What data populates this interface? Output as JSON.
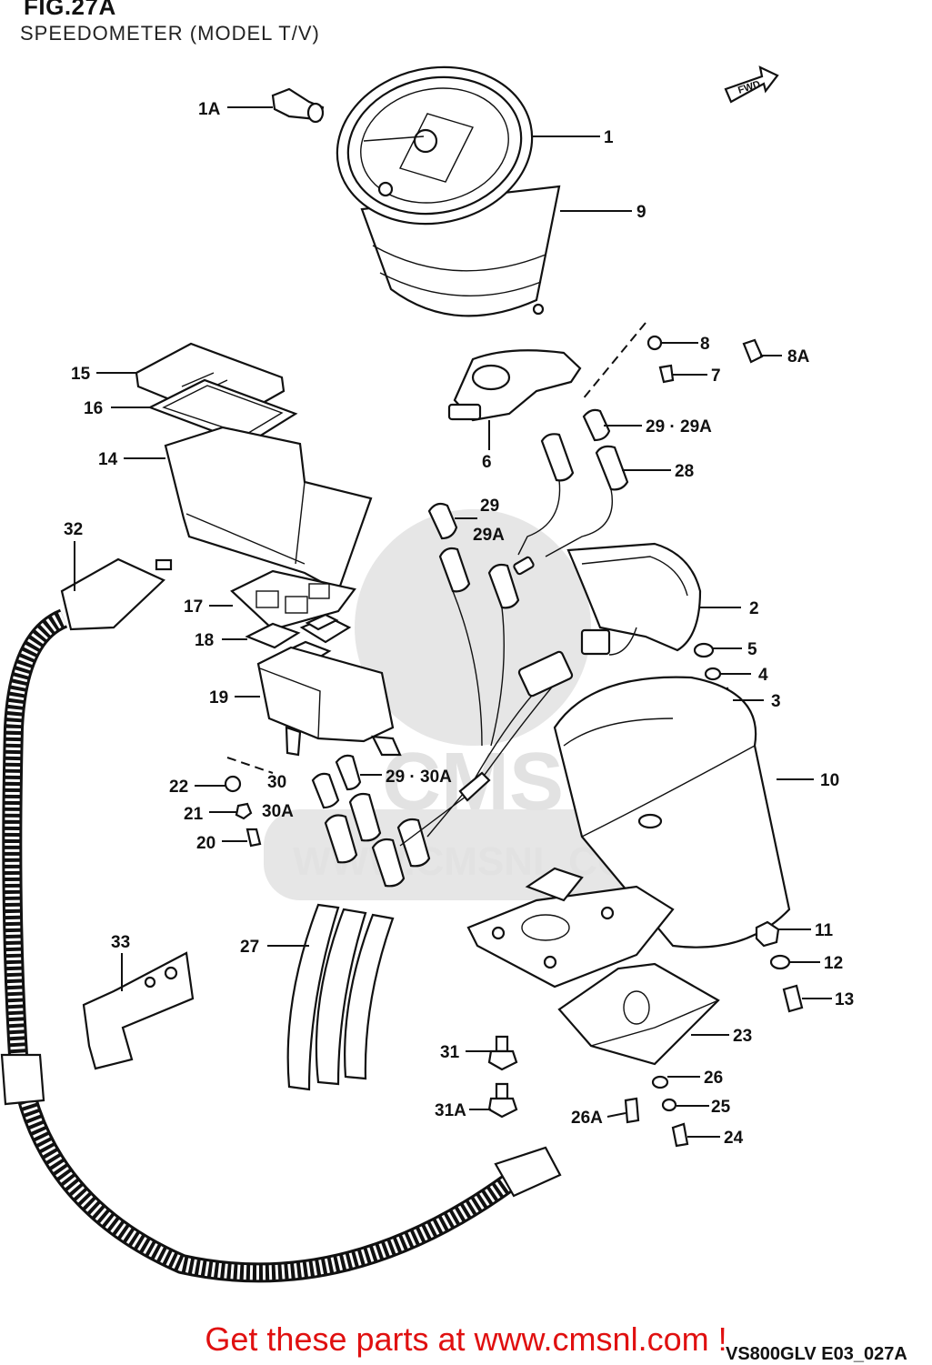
{
  "figure": {
    "title": "FIG.27A",
    "subtitle": "SPEEDOMETER (MODEL T/V)",
    "direction_badge": "FWD",
    "reference_code": "VS800GLV E03_027A"
  },
  "watermark": {
    "logo": "CMS",
    "url": "WWW.CMSNL.COM"
  },
  "callouts": [
    {
      "id": "c-1a",
      "label": "1A"
    },
    {
      "id": "c-1",
      "label": "1"
    },
    {
      "id": "c-9",
      "label": "9"
    },
    {
      "id": "c-8",
      "label": "8"
    },
    {
      "id": "c-8a",
      "label": "8A"
    },
    {
      "id": "c-7",
      "label": "7"
    },
    {
      "id": "c-15",
      "label": "15"
    },
    {
      "id": "c-16",
      "label": "16"
    },
    {
      "id": "c-14",
      "label": "14"
    },
    {
      "id": "c-29-29a-top",
      "label": "29 · 29A"
    },
    {
      "id": "c-28",
      "label": "28"
    },
    {
      "id": "c-6",
      "label": "6"
    },
    {
      "id": "c-29-mid",
      "label": "29"
    },
    {
      "id": "c-29a-mid",
      "label": "29A"
    },
    {
      "id": "c-32",
      "label": "32"
    },
    {
      "id": "c-2",
      "label": "2"
    },
    {
      "id": "c-17",
      "label": "17"
    },
    {
      "id": "c-5",
      "label": "5"
    },
    {
      "id": "c-18",
      "label": "18"
    },
    {
      "id": "c-4",
      "label": "4"
    },
    {
      "id": "c-3",
      "label": "3"
    },
    {
      "id": "c-19",
      "label": "19"
    },
    {
      "id": "c-10",
      "label": "10"
    },
    {
      "id": "c-22",
      "label": "22"
    },
    {
      "id": "c-30",
      "label": "30"
    },
    {
      "id": "c-30a",
      "label": "30A"
    },
    {
      "id": "c-29-30a",
      "label": "29 · 30A"
    },
    {
      "id": "c-21",
      "label": "21"
    },
    {
      "id": "c-20",
      "label": "20"
    },
    {
      "id": "c-11",
      "label": "11"
    },
    {
      "id": "c-33",
      "label": "33"
    },
    {
      "id": "c-27",
      "label": "27"
    },
    {
      "id": "c-12",
      "label": "12"
    },
    {
      "id": "c-13",
      "label": "13"
    },
    {
      "id": "c-23",
      "label": "23"
    },
    {
      "id": "c-31",
      "label": "31"
    },
    {
      "id": "c-26",
      "label": "26"
    },
    {
      "id": "c-31a",
      "label": "31A"
    },
    {
      "id": "c-26a",
      "label": "26A"
    },
    {
      "id": "c-25",
      "label": "25"
    },
    {
      "id": "c-24",
      "label": "24"
    }
  ],
  "promo": {
    "text": "Get these parts at www.cmsnl.com !"
  }
}
